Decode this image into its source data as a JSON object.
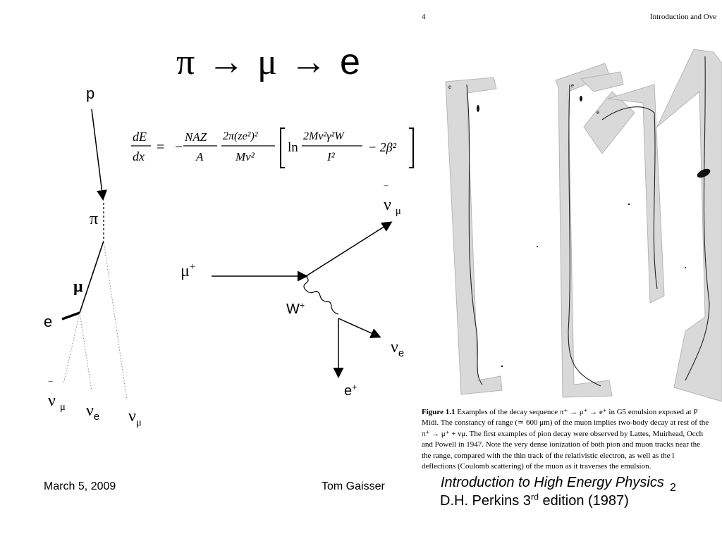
{
  "title": {
    "pi": "π",
    "arrow": "→",
    "mu": "μ",
    "e": "e"
  },
  "formula": {
    "lhs_num": "dE",
    "lhs_den": "dx",
    "equals": "=",
    "minus": "−",
    "frac1_num": "NAZ",
    "frac1_den": "A",
    "frac2_num": "2π(ze²)²",
    "frac2_den": "Mv²",
    "ln": "ln",
    "frac3_num": "2Mv²γ²W",
    "frac3_den": "I²",
    "tail": "− 2β²"
  },
  "cascade": {
    "p": "p",
    "pi": "π",
    "mu": "μ",
    "e": "e",
    "anti_nu_mu": {
      "main": "ν",
      "bar": "‾",
      "sub": "μ"
    },
    "nu_e": {
      "main": "ν",
      "sub": "e"
    },
    "nu_mu": {
      "main": "ν",
      "sub": "μ"
    }
  },
  "feynman": {
    "mu_plus": {
      "main": "μ",
      "sup": "+"
    },
    "anti_nu_mu": {
      "main": "ν",
      "bar": "‾",
      "sub": "μ"
    },
    "w_plus": {
      "main": "W",
      "sup": "+"
    },
    "nu_e": {
      "main": "ν",
      "sub": "e"
    },
    "e_plus": {
      "main": "e",
      "sup": "+"
    }
  },
  "book": {
    "page_number": "4",
    "header": "Introduction and Ove",
    "track_labels": [
      "e",
      "e",
      "e"
    ],
    "caption_lines": [
      {
        "bold": "Figure 1.1",
        "text": "   Examples of the decay sequence π⁺ → μ⁺ → e⁺ in G5 emulsion exposed at P"
      },
      {
        "bold": "",
        "text": "Midi. The constancy of range (≃ 600 μm) of the muon implies two-body decay at rest of the"
      },
      {
        "bold": "",
        "text": "π⁺ → μ⁺ + νμ. The first examples of pion decay were observed by Lattes, Muirhead, Occh"
      },
      {
        "bold": "",
        "text": "and Powell in 1947. Note the very dense ionization of both pion and muon tracks near the"
      },
      {
        "bold": "",
        "text": "the range, compared with the thin track of the relativistic electron, as well as the l"
      },
      {
        "bold": "",
        "text": "deflections (Coulomb scattering) of the muon as it traverses the emulsion."
      }
    ]
  },
  "reference": {
    "title": "Introduction to High Energy Physics",
    "author_prefix": "D.H. Perkins 3",
    "author_sup": "rd",
    "author_suffix": " edition (1987)"
  },
  "footer": {
    "date": "March 5, 2009",
    "author": "Tom Gaisser",
    "page": "2"
  }
}
